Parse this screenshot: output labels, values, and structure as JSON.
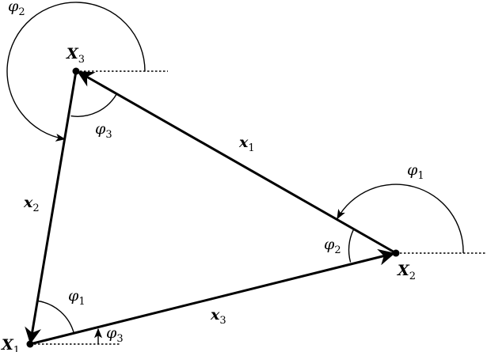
{
  "points": {
    "X1": {
      "base": "X",
      "sub": "1"
    },
    "X2": {
      "base": "X",
      "sub": "2"
    },
    "X3": {
      "base": "X",
      "sub": "3"
    }
  },
  "vectors": {
    "x1": {
      "base": "x",
      "sub": "1"
    },
    "x2": {
      "base": "x",
      "sub": "2"
    },
    "x3": {
      "base": "x",
      "sub": "3"
    }
  },
  "interior_angles": {
    "phi1": {
      "base": "φ",
      "sub": "1"
    },
    "phi2": {
      "base": "φ",
      "sub": "2"
    },
    "phi3": {
      "base": "φ",
      "sub": "3"
    }
  },
  "orientation_angles": {
    "varphi1": {
      "base": "φ",
      "sub": "1"
    },
    "varphi2": {
      "base": "φ",
      "sub": "2"
    },
    "varphi3": {
      "base": "φ",
      "sub": "3"
    }
  }
}
